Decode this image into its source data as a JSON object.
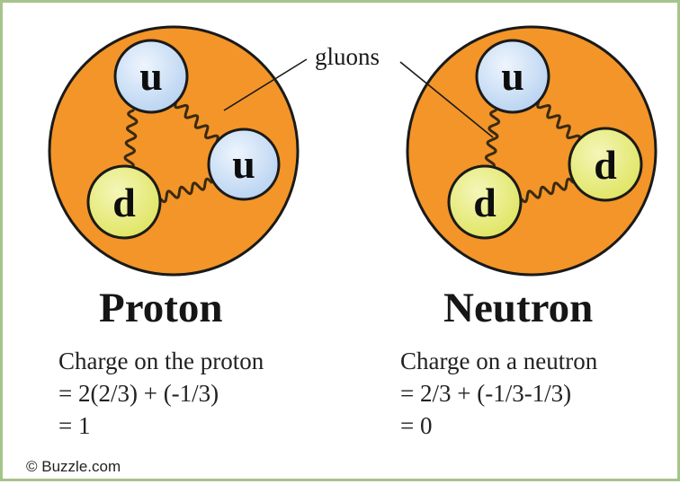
{
  "gluon_label": "gluons",
  "proton": {
    "title": "Proton",
    "quarks": [
      "u",
      "u",
      "d"
    ],
    "charge_lines": [
      "Charge on the proton",
      "= 2(2/3) + (-1/3)",
      "= 1"
    ]
  },
  "neutron": {
    "title": "Neutron",
    "quarks": [
      "u",
      "d",
      "d"
    ],
    "charge_lines": [
      "Charge on a neutron",
      "= 2/3 + (-1/3-1/3)",
      "= 0"
    ]
  },
  "credit": "© Buzzle.com",
  "colors": {
    "nucleon_fill": "#f39528",
    "up_quark_fill": "#cfe3f8",
    "down_quark_fill": "#e8ec84",
    "frame_border": "#a6c489"
  }
}
